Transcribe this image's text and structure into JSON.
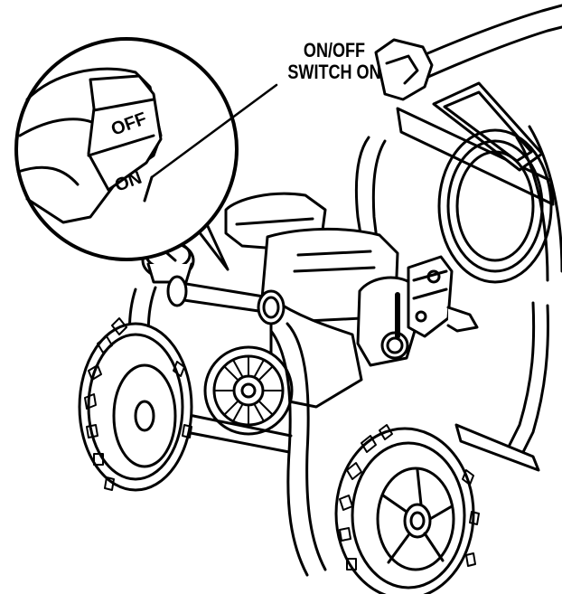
{
  "callout": {
    "line1": "ON/OFF",
    "line2": "SWITCH ON"
  },
  "switch": {
    "off_label": "OFF",
    "on_label": "ON",
    "state": "ON"
  },
  "colors": {
    "line": "#000000",
    "background": "#ffffff"
  }
}
